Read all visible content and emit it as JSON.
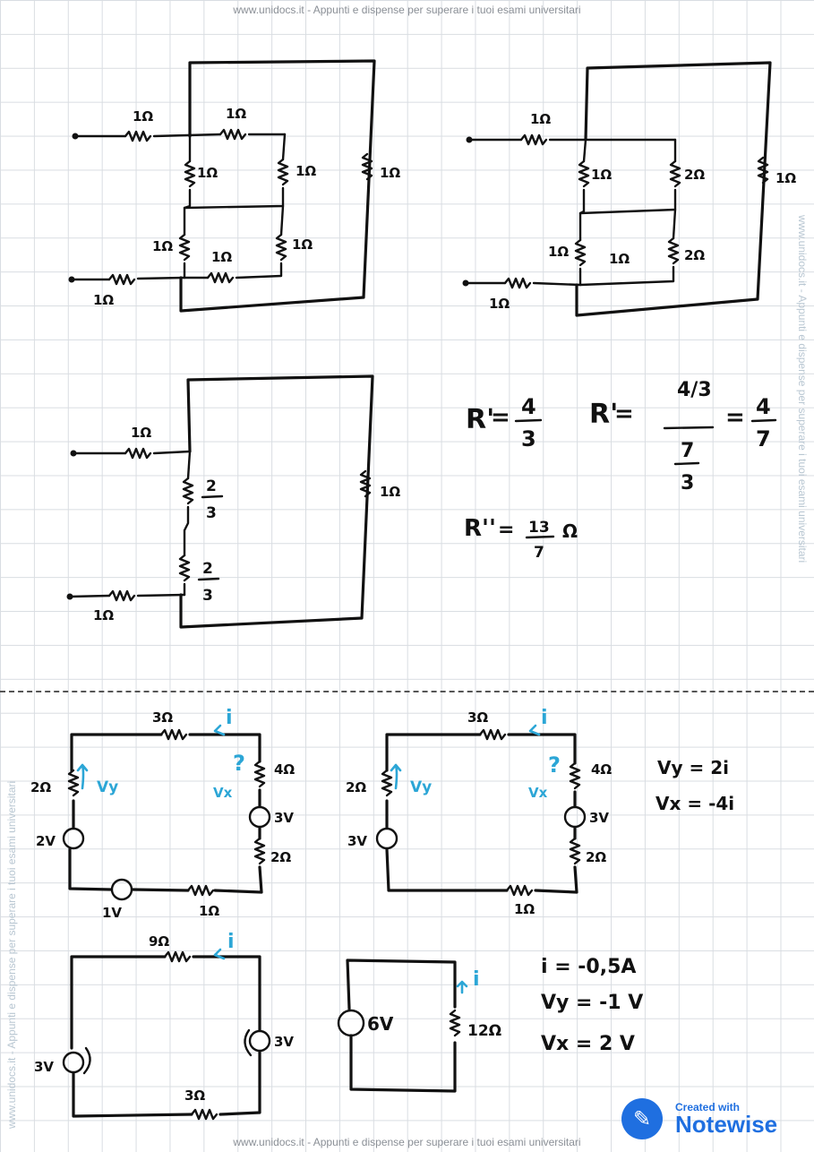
{
  "watermark": {
    "top": "www.unidocs.it - Appunti e dispense per superare i tuoi esami universitari",
    "bottom": "www.unidocs.it - Appunti e dispense per superare i tuoi esami universitari",
    "side": "www.unidocs.it - Appunti e dispense per superare i tuoi esami universitari"
  },
  "page1": {
    "a": {
      "r_in_top": "1Ω",
      "r_top_mid": "1Ω",
      "r_v1": "1Ω",
      "r_v2": "1Ω",
      "r_outer": "1Ω",
      "r_v3": "1Ω",
      "r_bot_mid": "1Ω",
      "r_v4": "1Ω",
      "r_in_bot": "1Ω"
    },
    "b": {
      "r_in_top": "1Ω",
      "r_v1": "1Ω",
      "r_v2": "2Ω",
      "r_outer": "1Ω",
      "r_v3": "1Ω",
      "r_bot_mid": "1Ω",
      "r_v4": "2Ω",
      "r_in_bot": "1Ω"
    },
    "c": {
      "r_in_top": "1Ω",
      "r_frac1_num": "2",
      "r_frac1_den": "3",
      "r_frac2_num": "2",
      "r_frac2_den": "3",
      "r_outer": "1Ω",
      "r_in_bot": "1Ω"
    }
  },
  "formulas": {
    "r1_left": "R'",
    "r1_num": "4",
    "r1_den": "3",
    "r2_left": "R'",
    "r2_top": "4/3",
    "r2_bot_num": "7",
    "r2_bot_den": "3",
    "r2_num": "4",
    "r2_den": "7",
    "r3_left": "R''",
    "r3_num": "13",
    "r3_den": "7",
    "r3_unit": "Ω"
  },
  "page2": {
    "c1": {
      "r_top": "3Ω",
      "r_left": "2Ω",
      "r_right": "4Ω",
      "r_right2": "2Ω",
      "r_bottom": "1Ω",
      "v_left": "2V",
      "v_right": "3V",
      "v_bottom": "1V",
      "i": "i",
      "vy": "Vy",
      "vx": "Vx",
      "q": "?"
    },
    "c2": {
      "r_top": "3Ω",
      "r_left": "2Ω",
      "r_right": "4Ω",
      "r_right2": "2Ω",
      "r_bottom": "1Ω",
      "v_left": "3V",
      "v_right": "3V",
      "i": "i",
      "vy": "Vy",
      "vx": "Vx",
      "q": "?"
    },
    "eqs": {
      "vy": "Vy = 2i",
      "vx": "Vx = -4i"
    },
    "c3": {
      "r_top": "9Ω",
      "r_bottom": "3Ω",
      "v_left": "3V",
      "v_right": "3V",
      "i": "i"
    },
    "c4": {
      "v": "6V",
      "r": "12Ω",
      "i": "i"
    },
    "results": {
      "i": "i = -0,5A",
      "vy": "Vy = -1 V",
      "vx": "Vx = 2 V"
    }
  },
  "logo": {
    "created": "Created with",
    "name": "Notewise"
  }
}
